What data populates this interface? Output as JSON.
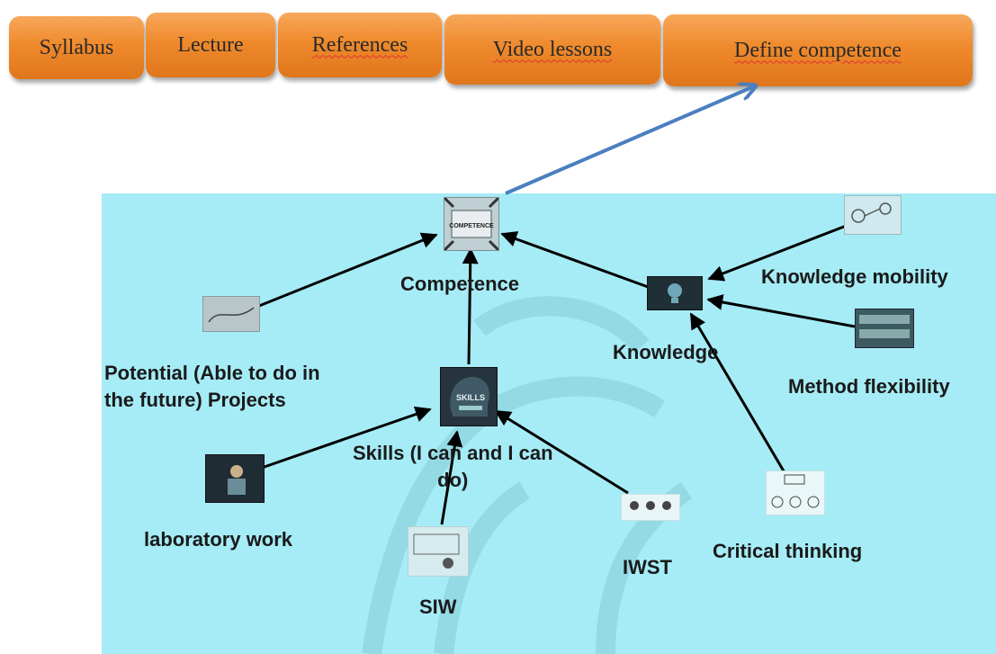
{
  "tabs": [
    {
      "label": "Syllabus"
    },
    {
      "label": "Lecture"
    },
    {
      "label": "References"
    },
    {
      "label": "Video lessons"
    },
    {
      "label": "Define competence"
    }
  ],
  "nodes": {
    "competence": {
      "label": "Competence",
      "thumb_text": "COMPETENCE"
    },
    "knowledge": {
      "label": "Knowledge"
    },
    "knowledge_mobility": {
      "label": "Knowledge mobility"
    },
    "method_flexibility": {
      "label": "Method flexibility"
    },
    "critical_thinking": {
      "label": "Critical thinking"
    },
    "potential": {
      "label_line1": "Potential (Able to do in",
      "label_line2": "the future) Projects"
    },
    "skills": {
      "label_line1": "Skills (I can and I can",
      "label_line2": "do)",
      "thumb_text": "SKILLS"
    },
    "laboratory_work": {
      "label": "laboratory work"
    },
    "siw": {
      "label": "SIW"
    },
    "iwst": {
      "label": "IWST"
    }
  },
  "colors": {
    "tab_orange": "#ef8a2c",
    "canvas_bg": "#a6ecf6",
    "arrow_black": "#000000",
    "arrow_blue": "#4a7fc1"
  }
}
